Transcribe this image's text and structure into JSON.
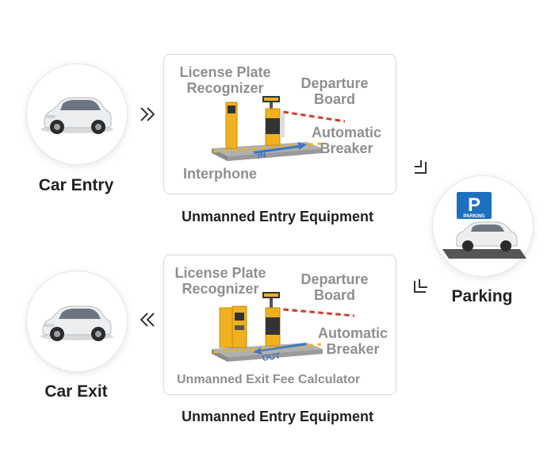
{
  "nodes": {
    "car_entry": "Car Entry",
    "parking": "Parking",
    "car_exit": "Car Exit"
  },
  "parking_sign": {
    "letter": "P",
    "word": "PARKING"
  },
  "entry_panel": {
    "license_plate_recognizer_line1": "License Plate",
    "license_plate_recognizer_line2": "Recognizer",
    "departure_board_line1": "Departure",
    "departure_board_line2": "Board",
    "automatic_breaker_line1": "Automatic",
    "automatic_breaker_line2": "Breaker",
    "interphone": "Interphone",
    "lane_marking": "IN",
    "caption": "Unmanned Entry Equipment"
  },
  "exit_panel": {
    "license_plate_recognizer_line1": "License Plate",
    "license_plate_recognizer_line2": "Recognizer",
    "departure_board_line1": "Departure",
    "departure_board_line2": "Board",
    "automatic_breaker_line1": "Automatic",
    "automatic_breaker_line2": "Breaker",
    "fee_calculator": "Unmanned Exit Fee Calculator",
    "lane_marking": "OUT",
    "caption": "Unmanned Entry Equipment"
  },
  "colors": {
    "gate_yellow": "#f0b020",
    "barrier_red": "#d23a2a",
    "lane_arrow_blue": "#3a78c8",
    "label_gray": "#8f8f8f",
    "parking_blue": "#1f6fc0"
  }
}
